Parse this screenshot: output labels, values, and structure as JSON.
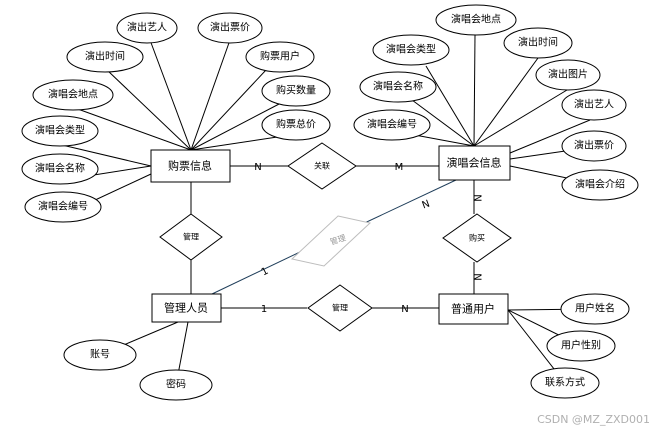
{
  "entities": {
    "ticket": "购票信息",
    "concert": "演唱会信息",
    "admin": "管理人员",
    "user": "普通用户"
  },
  "relations": {
    "associate": "关联",
    "manage_ticket": "管理",
    "manage_concert": "管理",
    "manage_user": "管理",
    "buy": "购买"
  },
  "ticket_attrs": [
    "演出艺人",
    "演出票价",
    "演出时间",
    "购票用户",
    "购买数量",
    "演唱会地点",
    "购票总价",
    "演唱会类型",
    "演唱会名称",
    "演唱会编号"
  ],
  "concert_attrs": [
    "演唱会地点",
    "演唱会类型",
    "演出时间",
    "演唱会名称",
    "演出图片",
    "演唱会编号",
    "演出艺人",
    "演出票价",
    "演唱会介绍"
  ],
  "admin_attrs": [
    "账号",
    "密码"
  ],
  "user_attrs": [
    "用户姓名",
    "用户性别",
    "联系方式"
  ],
  "cardinality": {
    "ticket_assoc": "N",
    "concert_assoc": "M",
    "concert_buy": "N",
    "user_buy": "N",
    "admin_manage_concert": "1",
    "concert_manage": "N",
    "admin_manage_user": "1",
    "user_manage": "N"
  },
  "watermark": "CSDN @MZ_ZXD001"
}
